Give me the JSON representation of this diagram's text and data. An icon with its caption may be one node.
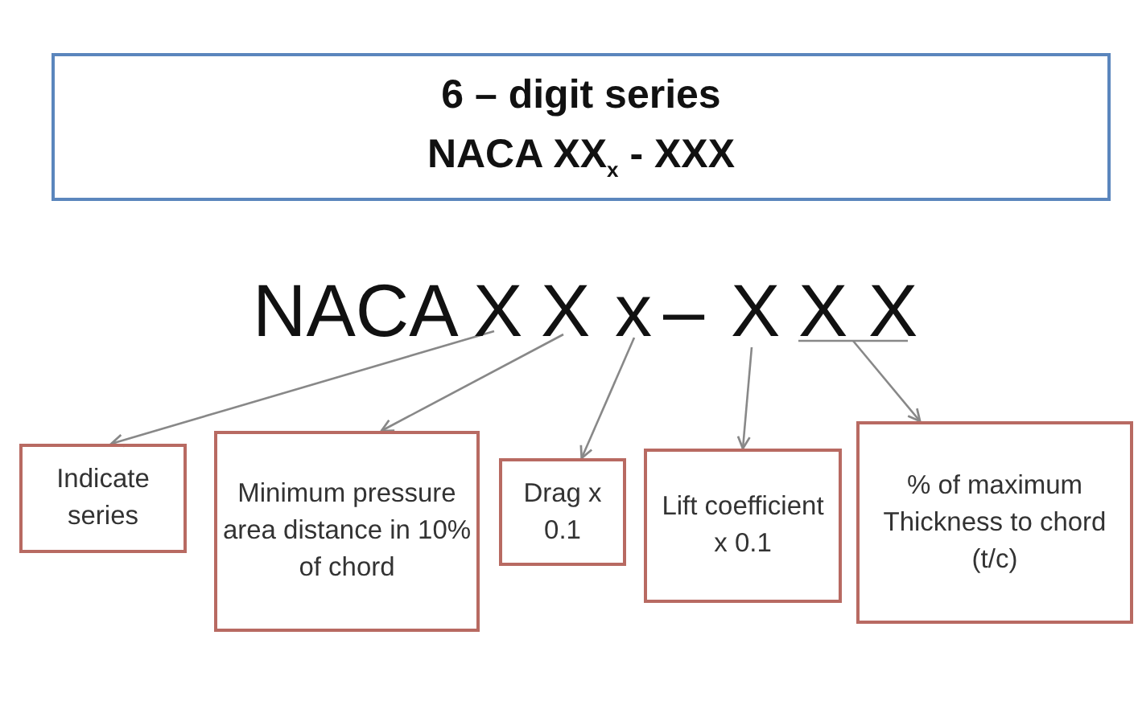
{
  "diagram": {
    "nodes": [
      {
        "text": [
          "6 – digit series",
          "NACA XX$_{x}$ - XXX"
        ]
      },
      {
        "text": [
          "X"
        ]
      },
      {
        "text": [
          "X"
        ]
      },
      {
        "text": [
          "x"
        ]
      },
      {
        "text": [
          "X"
        ]
      },
      {
        "text": [
          "X X"
        ]
      },
      {
        "text": [
          "Indicate series"
        ]
      },
      {
        "text": [
          "Minimum pressure area distance in 10% of chord"
        ]
      },
      {
        "text": [
          "Drag x 0.1"
        ]
      },
      {
        "text": [
          "Lift coefficient x 0.1"
        ]
      },
      {
        "text": [
          "% of maximum Thickness to chord (t/c)"
        ]
      }
    ],
    "edges": [
      {
        "from": 1,
        "to": 6,
        "arrow": "to"
      },
      {
        "from": 2,
        "to": 7,
        "arrow": "to"
      },
      {
        "from": 3,
        "to": 8,
        "arrow": "to"
      },
      {
        "from": 4,
        "to": 9,
        "arrow": "to"
      },
      {
        "from": 5,
        "to": 10,
        "arrow": "to"
      }
    ],
    "labels": [
      "NACA",
      "–"
    ]
  }
}
